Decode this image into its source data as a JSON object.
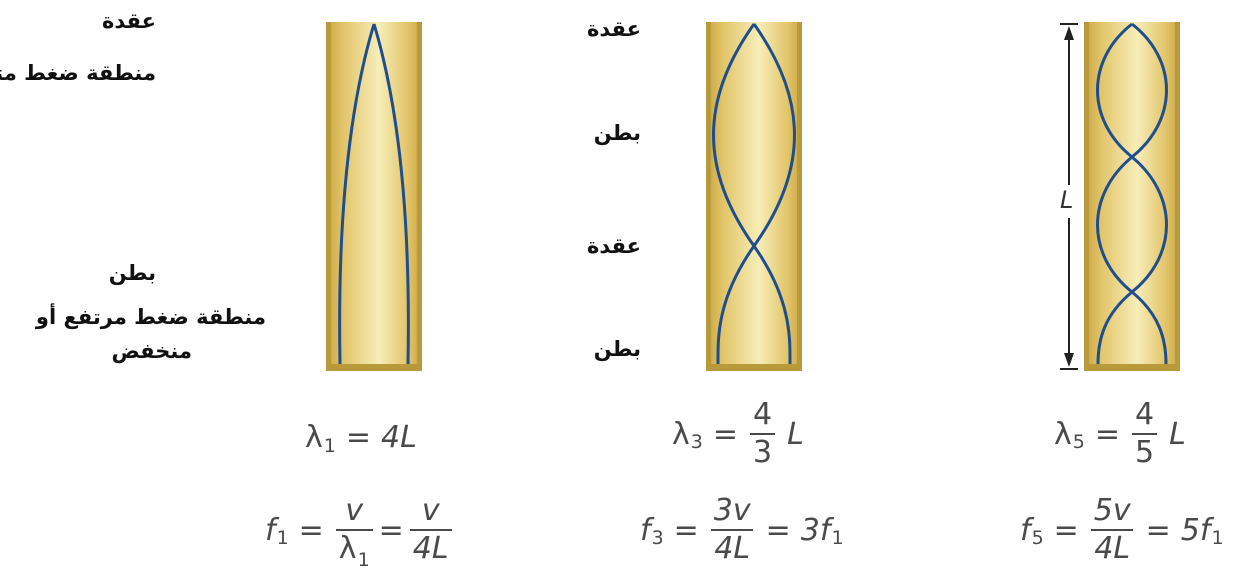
{
  "labels": {
    "node": "عقدة",
    "antinode": "بطن",
    "medium_pressure": "منطقة ضغط متوسط",
    "high_low_pressure_line1": "منطقة ضغط مرتفع أو",
    "high_low_pressure_line2": "منخفض",
    "length": "L"
  },
  "colors": {
    "tube_gold": "#E2C56A",
    "tube_highlight": "#F7EDB8",
    "tube_dark": "#B89A3A",
    "wave": "#1F4E8C",
    "equation_text": "#4a4a4a"
  },
  "equations": {
    "lambda1": {
      "sym": "λ",
      "sub": "1",
      "eq": "=",
      "rhs": "4L"
    },
    "lambda3": {
      "sym": "λ",
      "sub": "3",
      "eq": "=",
      "num": "4",
      "den": "3",
      "tail": "L"
    },
    "lambda5": {
      "sym": "λ",
      "sub": "5",
      "eq": "=",
      "num": "4",
      "den": "5",
      "tail": "L"
    },
    "f1": {
      "sym": "f",
      "sub": "1",
      "eq": "=",
      "num1": "v",
      "den1_sym": "λ",
      "den1_sub": "1",
      "eq2": "=",
      "num2": "v",
      "den2": "4L"
    },
    "f3": {
      "sym": "f",
      "sub": "3",
      "eq": "=",
      "num": "3v",
      "den": "4L",
      "eq2": "=",
      "rhs": "3f",
      "rhs_sub": "1"
    },
    "f5": {
      "sym": "f",
      "sub": "5",
      "eq": "=",
      "num": "5v",
      "den": "4L",
      "eq2": "=",
      "rhs": "5f",
      "rhs_sub": "1"
    }
  }
}
